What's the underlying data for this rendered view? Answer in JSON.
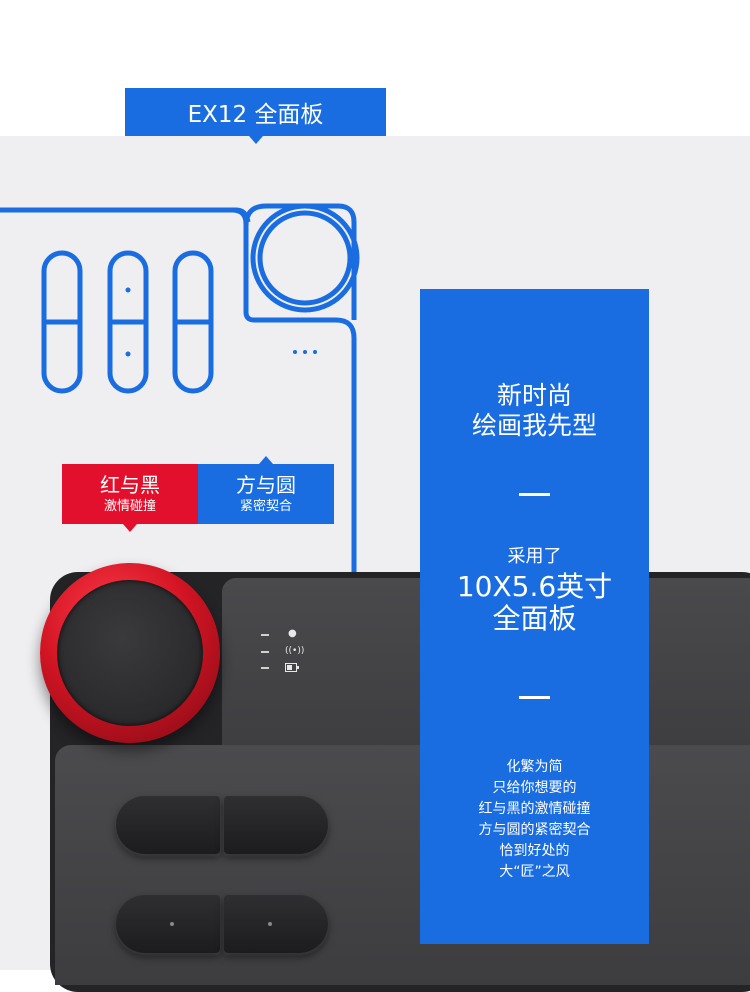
{
  "banner": {
    "title": "EX12 全面板"
  },
  "tags": {
    "red": {
      "title": "红与黑",
      "subtitle": "激情碰撞"
    },
    "blue": {
      "title": "方与圆",
      "subtitle": "紧密契合"
    }
  },
  "panel": {
    "heading_lines": [
      "新时尚",
      "绘画我先型"
    ],
    "dash": "—",
    "intro": "采用了",
    "size_lines": [
      "10X5.6英寸",
      "全面板"
    ],
    "body_lines": [
      "化繁为简",
      "只给你想要的",
      "红与黑的激情碰撞",
      "方与圆的紧密契合",
      "恰到好处的",
      "大“匠”之风"
    ]
  },
  "colors": {
    "brand_blue": "#1a6de1",
    "accent_red": "#e3102d",
    "background_gray": "#efeff1",
    "device_dark": "#242427"
  },
  "icons": {
    "indicators": [
      "power-dot-icon",
      "wireless-signal-icon",
      "battery-icon"
    ]
  }
}
